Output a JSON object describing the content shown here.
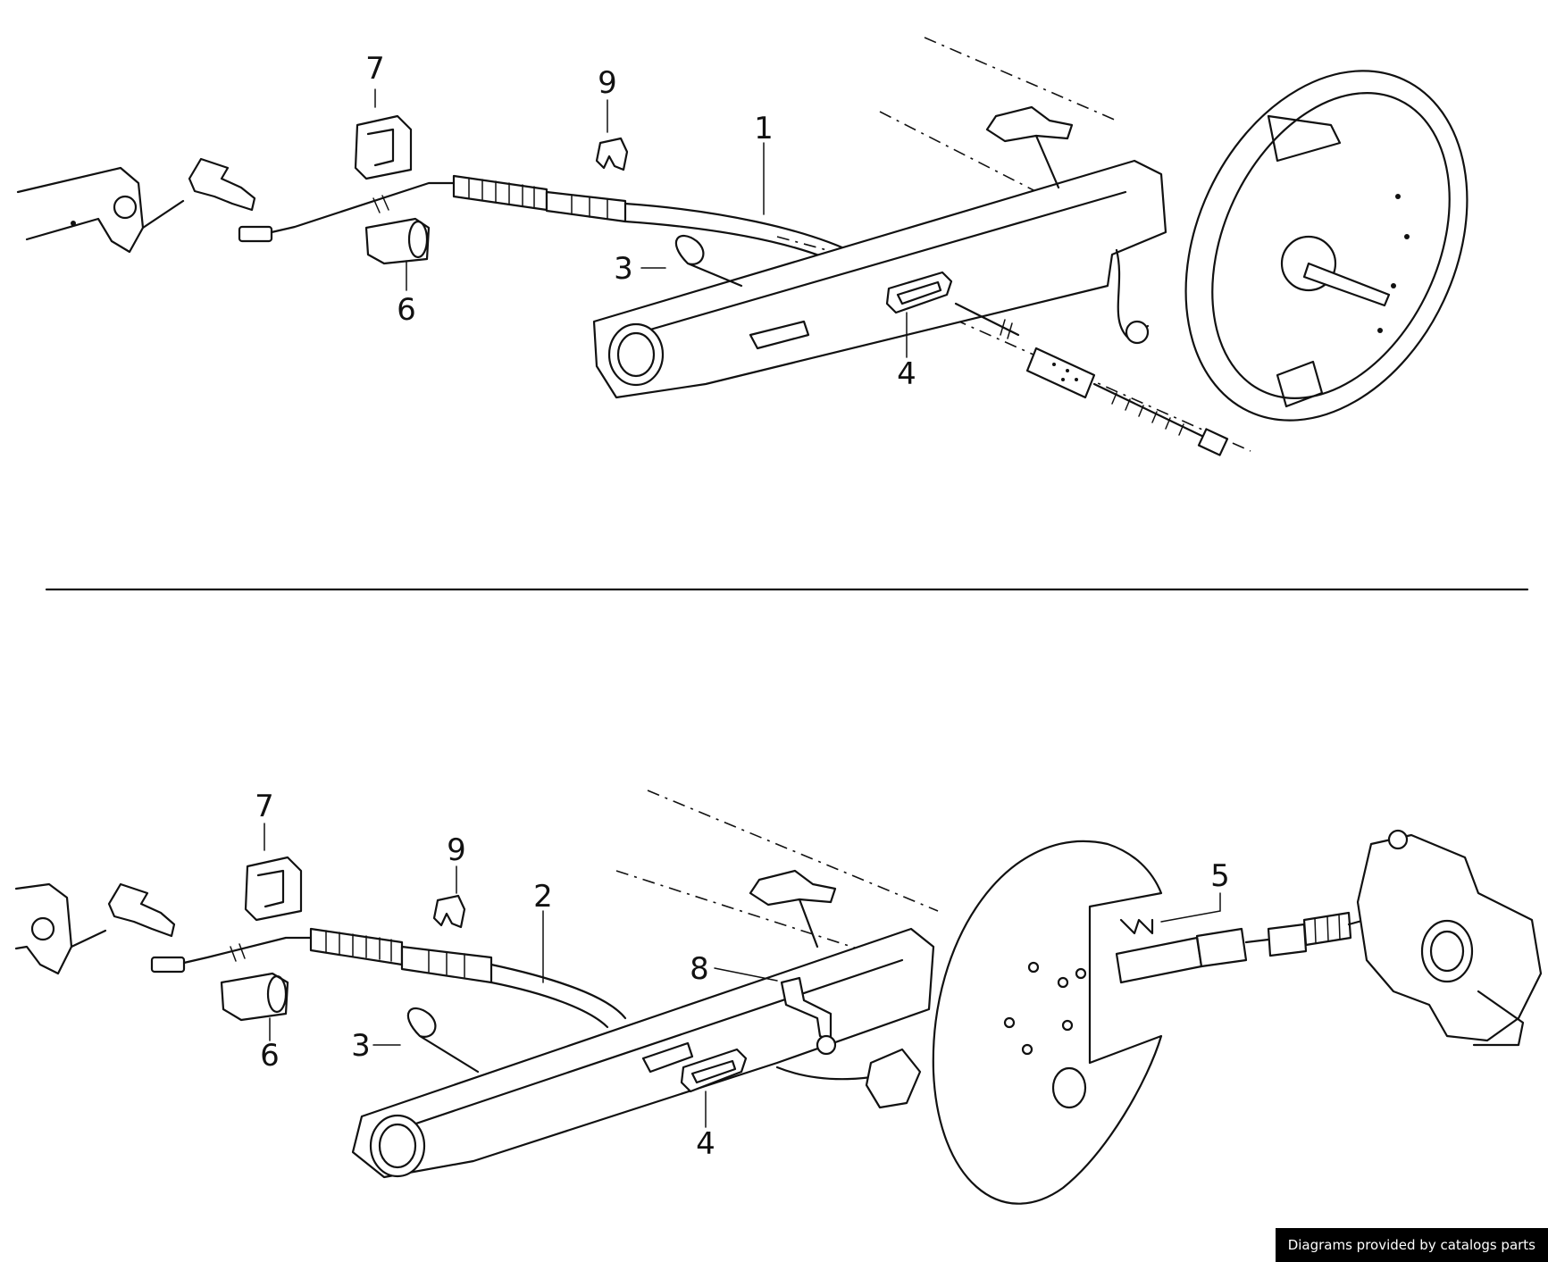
{
  "diagram": {
    "top_callouts": [
      "7",
      "9",
      "1",
      "3",
      "6",
      "4"
    ],
    "bottom_callouts": [
      "7",
      "9",
      "2",
      "5",
      "8",
      "3",
      "6",
      "4"
    ]
  },
  "credit": {
    "text": "Diagrams provided by catalogs parts"
  },
  "colors": {
    "line": "#111111",
    "background": "#ffffff",
    "credit_bg": "#000000",
    "credit_text": "#ffffff"
  }
}
